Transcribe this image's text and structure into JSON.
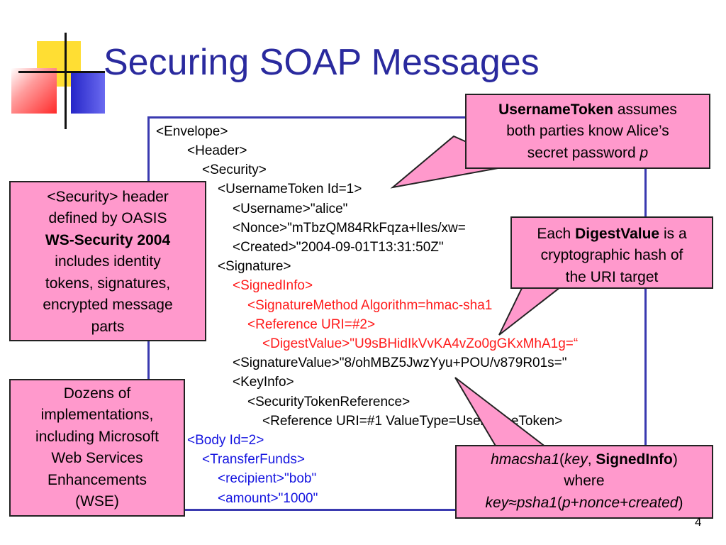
{
  "slide": {
    "title": "Securing SOAP Messages",
    "page_number": "4"
  },
  "code": {
    "envelope": "<Envelope>",
    "header": "<Header>",
    "security": "<Security>",
    "username_token": "<UsernameToken Id=1>",
    "username": "<Username>\"alice\"",
    "nonce": "<Nonce>\"mTbzQM84RkFqza+lIes/xw=",
    "created": "<Created>\"2004-09-01T13:31:50Z\"",
    "signature": "<Signature>",
    "signed_info": "<SignedInfo>",
    "signature_method": "<SignatureMethod Algorithm=hmac-sha1",
    "reference": "<Reference URI=#2>",
    "digest_value": "<DigestValue>\"U9sBHidIkVvKA4vZo0gGKxMhA1g=“",
    "signature_value": "<SignatureValue>\"8/ohMBZ5JwzYyu+POU/v879R01s=\"",
    "key_info": "<KeyInfo>",
    "security_token_reference": "<SecurityTokenReference>",
    "token_ref": "<Reference URI=#1 ValueType=UsernameToken>",
    "body": "<Body Id=2>",
    "transfer_funds": "<TransferFunds>",
    "recipient": "<recipient>\"bob\"",
    "amount": "<amount>\"1000\""
  },
  "callouts": {
    "username_token": {
      "bold": "UsernameToken",
      "text1": " assumes",
      "line2": "both parties know Alice’s",
      "line3": "secret password ",
      "italic": "p"
    },
    "security_header": {
      "line1": "<Security> header",
      "line2": "defined by OASIS",
      "bold": "WS-Security 2004",
      "line4": "includes identity",
      "line5": "tokens, signatures,",
      "line6": "encrypted message",
      "line7": "parts"
    },
    "digest_value": {
      "text1": "Each ",
      "bold": "DigestValue",
      "text2": " is a",
      "line2": "cryptographic hash of",
      "line3": "the URI target"
    },
    "dozens": {
      "line1": "Dozens of",
      "line2": "implementations,",
      "line3": "including Microsoft",
      "line4": "Web Services",
      "line5": "Enhancements",
      "line6": "(WSE)"
    },
    "hmac": {
      "fn": "hmacsha1",
      "open": "(",
      "key": "key",
      "comma": ", ",
      "signed_info": "SignedInfo",
      "close": ")",
      "where": "where",
      "key2": "key",
      "approx": "≈",
      "psha1": "psha1",
      "open2": "(",
      "p": "p",
      "plus1": "+",
      "nonce": "nonce",
      "plus2": "+",
      "created": "created",
      "close2": ")"
    }
  },
  "colors": {
    "title": "#2a2a9e",
    "callout_fill": "#ff99cc",
    "code_red": "#ff1a1a",
    "code_blue": "#1515e0",
    "box_border": "#3a3ab0"
  }
}
